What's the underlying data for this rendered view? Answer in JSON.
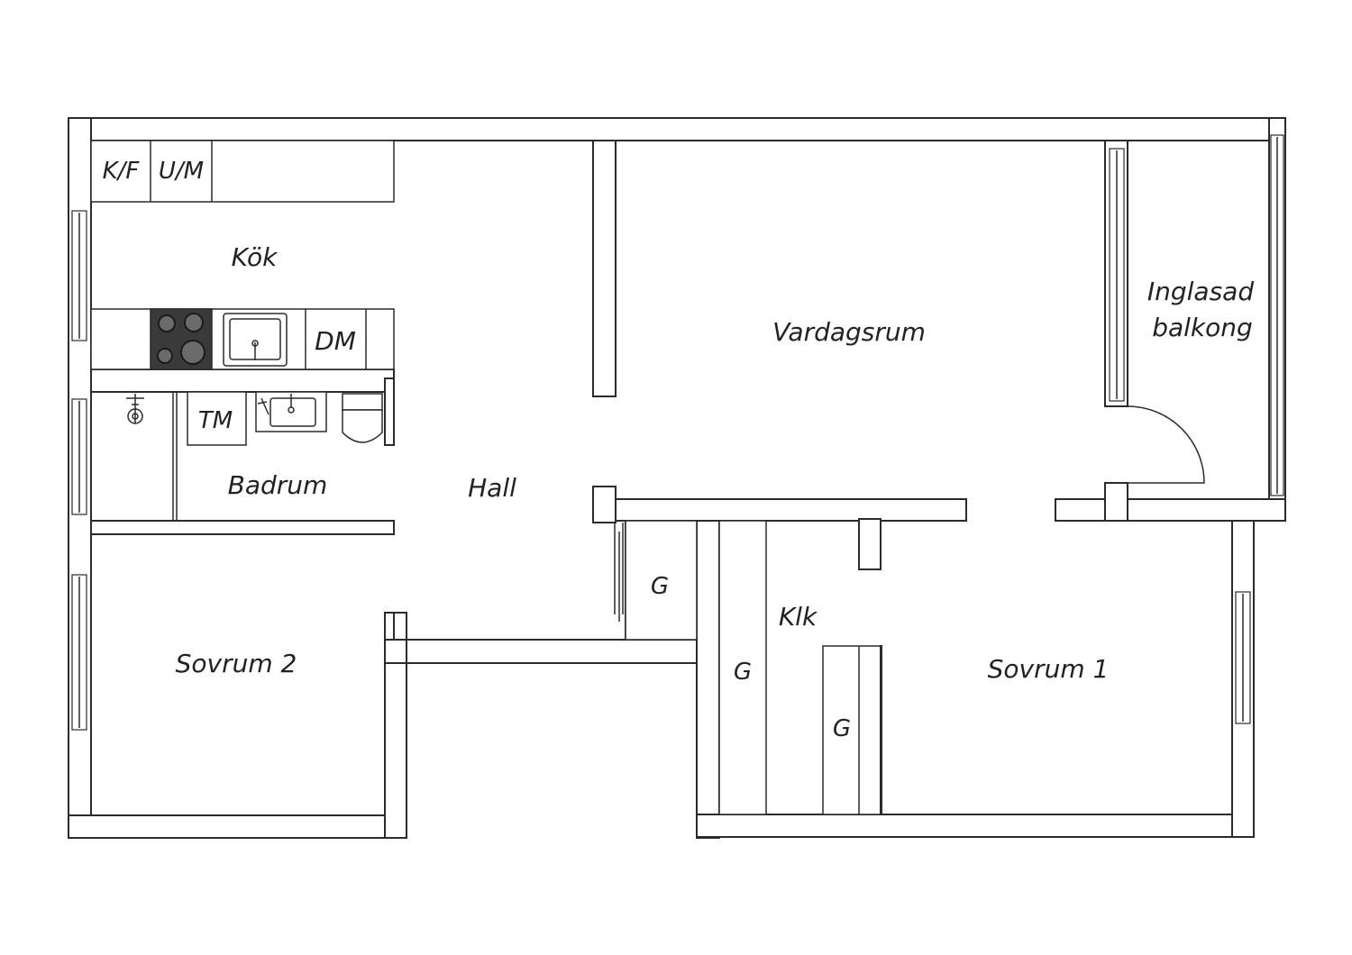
{
  "rooms": {
    "kitchen": "Kök",
    "living_room": "Vardagsrum",
    "balcony_line1": "Inglasad",
    "balcony_line2": "balkong",
    "bathroom": "Badrum",
    "hall": "Hall",
    "bedroom_2": "Sovrum 2",
    "bedroom_1": "Sovrum 1",
    "walk_in_closet": "Klk"
  },
  "fixtures": {
    "fridge_freezer": "K/F",
    "oven_microwave": "U/M",
    "dishwasher": "DM",
    "washing_machine": "TM",
    "wardrobe": "G"
  },
  "colors": {
    "line": "#2b2b2b",
    "hob": "#3a3a3a",
    "background": "#ffffff"
  }
}
